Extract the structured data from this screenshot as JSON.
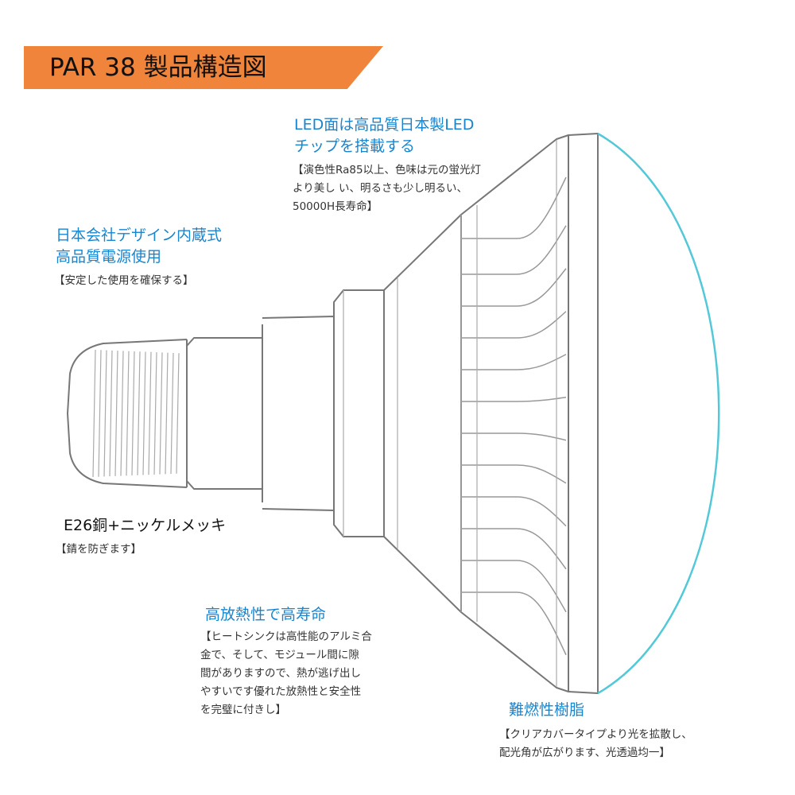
{
  "title": "PAR 38 製品構造図",
  "colors": {
    "banner": "#f0843a",
    "heading": "#1a85cf",
    "lens": "#52c8d8",
    "outline": "#777777"
  },
  "callouts": {
    "led_chip": {
      "heading": [
        "LED面は高品質日本製LED",
        "チップを搭載する"
      ],
      "note": [
        "【演色性Ra85以上、色味は元の蛍光灯",
        "より美し い、明るさも少し明るい、",
        "50000H長寿命】"
      ]
    },
    "power_supply": {
      "heading": [
        "日本会社デザイン内蔵式",
        "高品質電源使用"
      ],
      "note": [
        "【安定した使用を確保する】"
      ]
    },
    "base": {
      "heading": [
        "E26銅+ニッケルメッキ"
      ],
      "note": [
        "【錆を防ぎます】"
      ]
    },
    "heat_sink": {
      "heading": [
        "高放熱性で高寿命"
      ],
      "note": [
        "【ヒートシンクは高性能のアルミ合",
        "金で、そして、モジュール間に隙",
        "間がありますので、熱が逃げ出し",
        "やすいです優れた放熱性と安全性",
        "を完璧に付きし】"
      ]
    },
    "lens": {
      "heading": [
        "難燃性樹脂"
      ],
      "note": [
        "【クリアカバータイプより光を拡散し、",
        "配光角が広がります、光透過均一】"
      ]
    }
  }
}
